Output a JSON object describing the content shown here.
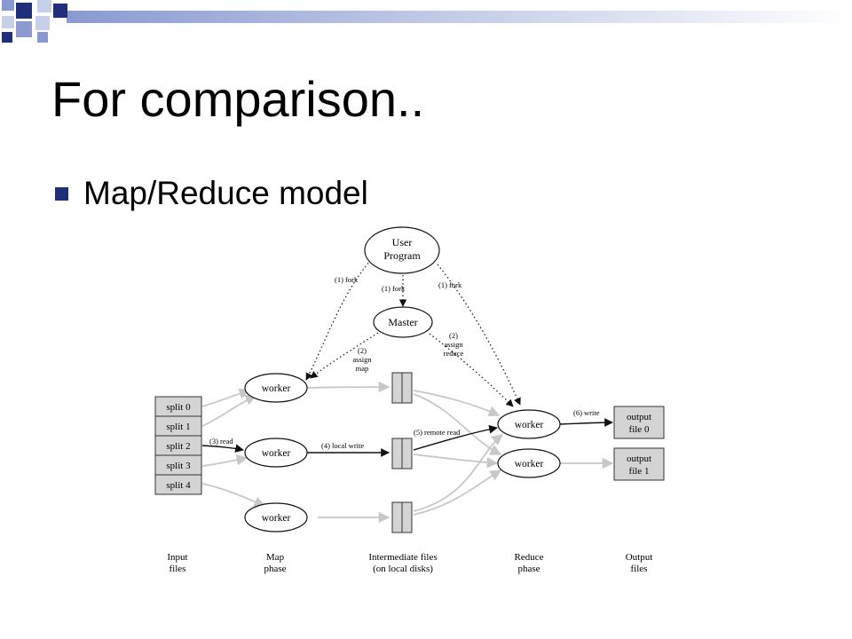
{
  "slide": {
    "title": "For comparison..",
    "bullet": "Map/Reduce model"
  },
  "diagram": {
    "user_program": [
      "User",
      "Program"
    ],
    "master": "Master",
    "fork_label": "(1) fork",
    "assign_map": [
      "(2)",
      "assign",
      "map"
    ],
    "assign_reduce": [
      "(2)",
      "assign",
      "reduce"
    ],
    "worker": "worker",
    "splits": [
      "split 0",
      "split 1",
      "split 2",
      "split 3",
      "split 4"
    ],
    "read_label": "(3) read",
    "local_write_label": "(4) local write",
    "remote_read_label": "(5) remote read",
    "write_label": "(6) write",
    "outputs": [
      [
        "output",
        "file 0"
      ],
      [
        "output",
        "file 1"
      ]
    ],
    "columns": {
      "input": [
        "Input",
        "files"
      ],
      "map": [
        "Map",
        "phase"
      ],
      "intermediate": [
        "Intermediate files",
        "(on local disks)"
      ],
      "reduce": [
        "Reduce",
        "phase"
      ],
      "output": [
        "Output",
        "files"
      ]
    }
  },
  "colors": {
    "slide_accent": "#1f2f7a",
    "corner_squares": [
      "#1f2f7a",
      "#8a9ad0",
      "#c8cfe8"
    ],
    "box_fill": "#d4d4d4",
    "light_arrow": "#c8c8c8"
  }
}
